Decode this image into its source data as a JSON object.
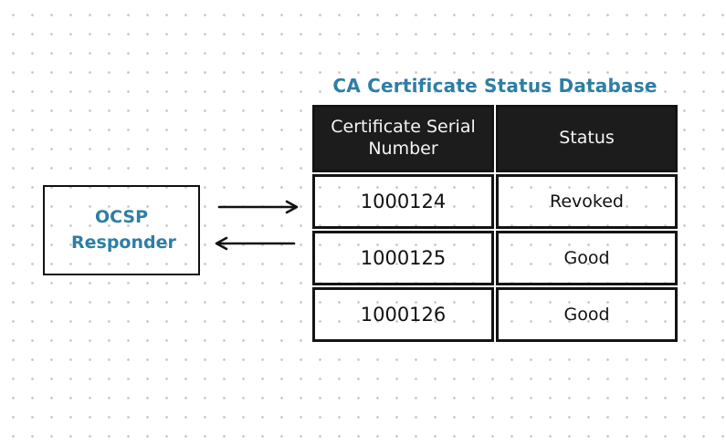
{
  "diagram": {
    "title": "CA Certificate Status Database",
    "responder": {
      "label": "OCSP Responder"
    },
    "arrows": [
      {
        "name": "request-arrow",
        "direction": "right",
        "from": "OCSP Responder",
        "to": "CA Certificate Status Database"
      },
      {
        "name": "response-arrow",
        "direction": "left",
        "from": "CA Certificate Status Database",
        "to": "OCSP Responder"
      }
    ],
    "table": {
      "headers": [
        "Certificate Serial Number",
        "Status"
      ],
      "rows": [
        {
          "serial": "1000124",
          "status": "Revoked"
        },
        {
          "serial": "1000125",
          "status": "Good"
        },
        {
          "serial": "1000126",
          "status": "Good"
        }
      ]
    },
    "colors": {
      "accent_teal": "#2e7ea4",
      "table_header_bg": "#1c1c1c",
      "table_header_text": "#f5f5f5",
      "border_black": "#141414",
      "background_dot": "#c6c6c6",
      "background": "#ffffff"
    }
  }
}
